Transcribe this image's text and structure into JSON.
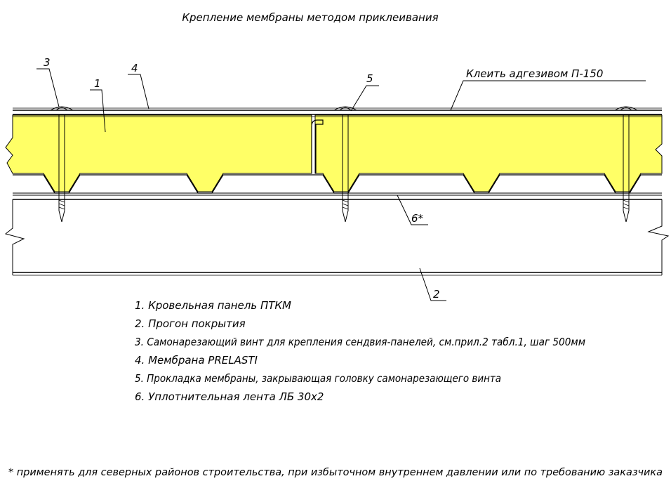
{
  "title": "Крепление мембраны  методом приклеивания",
  "callouts": {
    "c1": "1",
    "c2": "2",
    "c3": "3",
    "c4": "4",
    "c5": "5",
    "c6": "6*",
    "glue": "Клеить адгезивом П-150"
  },
  "legend": [
    "1. Кровельная панель ПТКМ",
    "2. Прогон покрытия",
    "3. Самонарезающий винт для крепления сендвия-панелей, см.прил.2 табл.1, шаг 500мм",
    "4. Мембрана PRELASTI",
    "5. Прокладка мембраны, закрывающая головку самонарезающего винта",
    "6. Уплотнительная лента ЛБ 30х2"
  ],
  "footnote": "* применять для  северных районов строительства,  при избыточном внутреннем давлении или по требованию заказчика",
  "colors": {
    "insulation": "#ffff66",
    "line": "#000000",
    "background": "#ffffff"
  }
}
